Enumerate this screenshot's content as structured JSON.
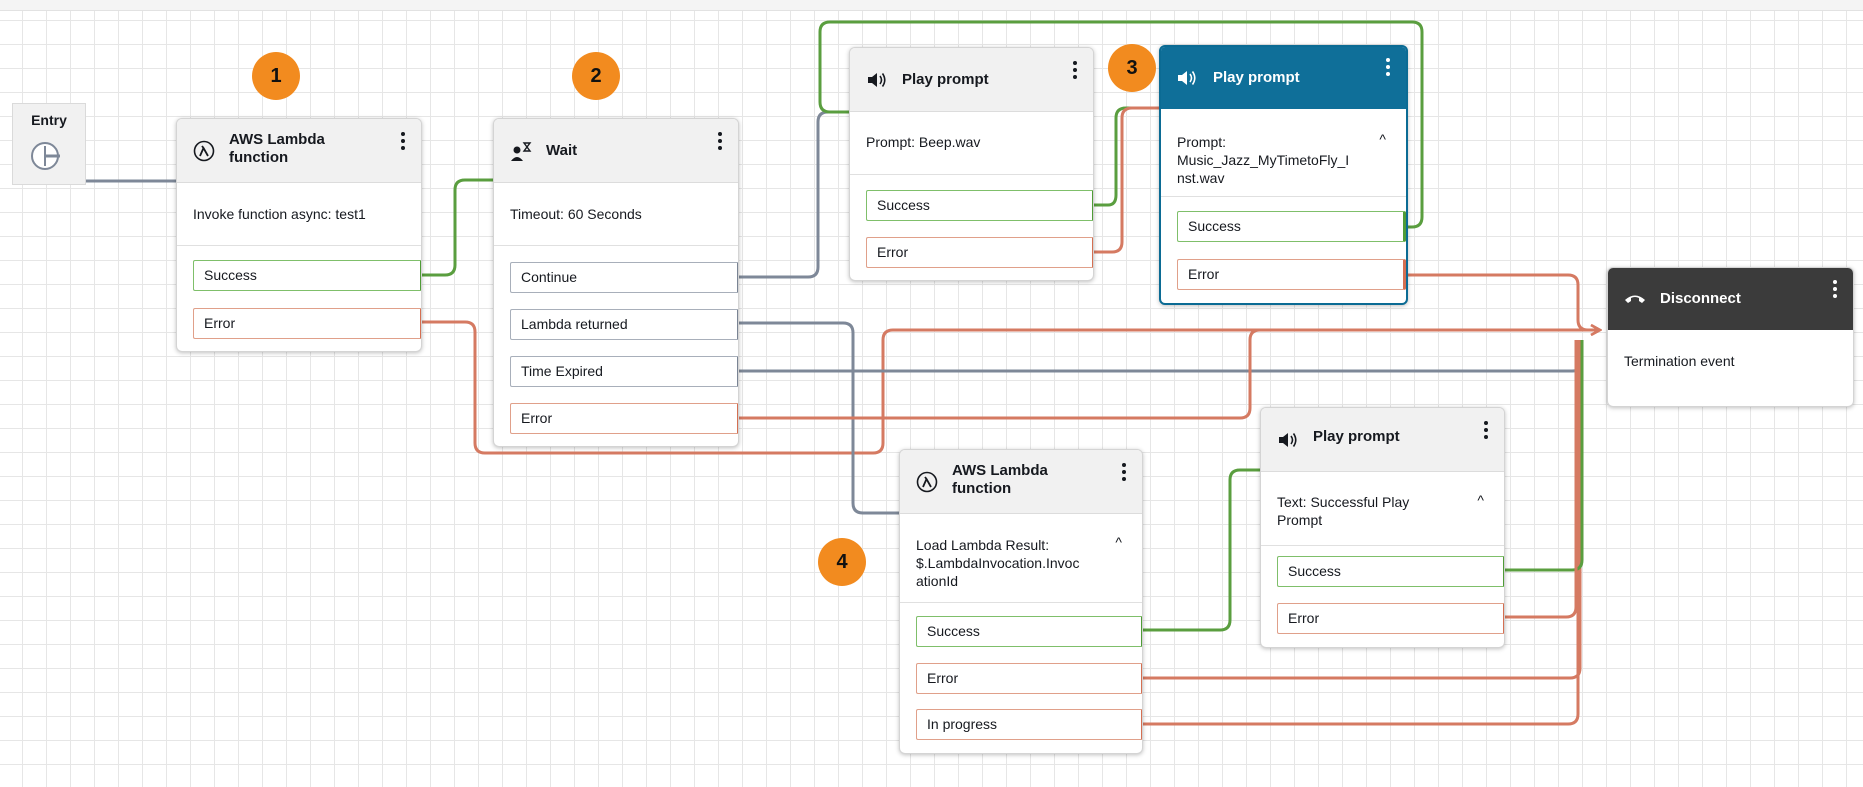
{
  "canvas": {
    "entry_label": "Entry",
    "colors": {
      "success": "#5a9e3f",
      "error": "#d57a62",
      "neutral": "#7e8898",
      "selected": "#0f6f99",
      "badge": "#f28b1f"
    }
  },
  "badges": [
    "1",
    "2",
    "3",
    "4"
  ],
  "blocks": {
    "lambda1": {
      "title": "AWS Lambda function",
      "icon": "lambda-icon",
      "body": "Invoke function async: test1",
      "branches": [
        "Success",
        "Error"
      ]
    },
    "wait": {
      "title": "Wait",
      "icon": "wait-icon",
      "body": "Timeout: 60 Seconds",
      "branches": [
        "Continue",
        "Lambda returned",
        "Time Expired",
        "Error"
      ]
    },
    "play1": {
      "title": "Play prompt",
      "icon": "speaker-icon",
      "body": "Prompt: Beep.wav",
      "branches": [
        "Success",
        "Error"
      ]
    },
    "play2": {
      "title": "Play prompt",
      "icon": "speaker-icon",
      "body": "Prompt: Music_Jazz_MyTimetoFly_Inst.wav",
      "body_lines": [
        "Prompt:",
        "Music_Jazz_MyTimetoFly_I",
        "nst.wav"
      ],
      "branches": [
        "Success",
        "Error"
      ]
    },
    "disconnect": {
      "title": "Disconnect",
      "icon": "hangup-icon",
      "body": "Termination event"
    },
    "play3": {
      "title": "Play prompt",
      "icon": "speaker-icon",
      "body": "Text: Successful Play Prompt",
      "body_lines": [
        "Text: Successful Play",
        "Prompt"
      ],
      "branches": [
        "Success",
        "Error"
      ]
    },
    "lambda2": {
      "title": "AWS Lambda function",
      "icon": "lambda-icon",
      "body": "Load Lambda Result: $.LambdaInvocation.InvocationId",
      "body_lines": [
        "Load Lambda Result:",
        "$.LambdaInvocation.Invoc",
        "ationId"
      ],
      "branches": [
        "Success",
        "Error",
        "In progress"
      ]
    }
  }
}
